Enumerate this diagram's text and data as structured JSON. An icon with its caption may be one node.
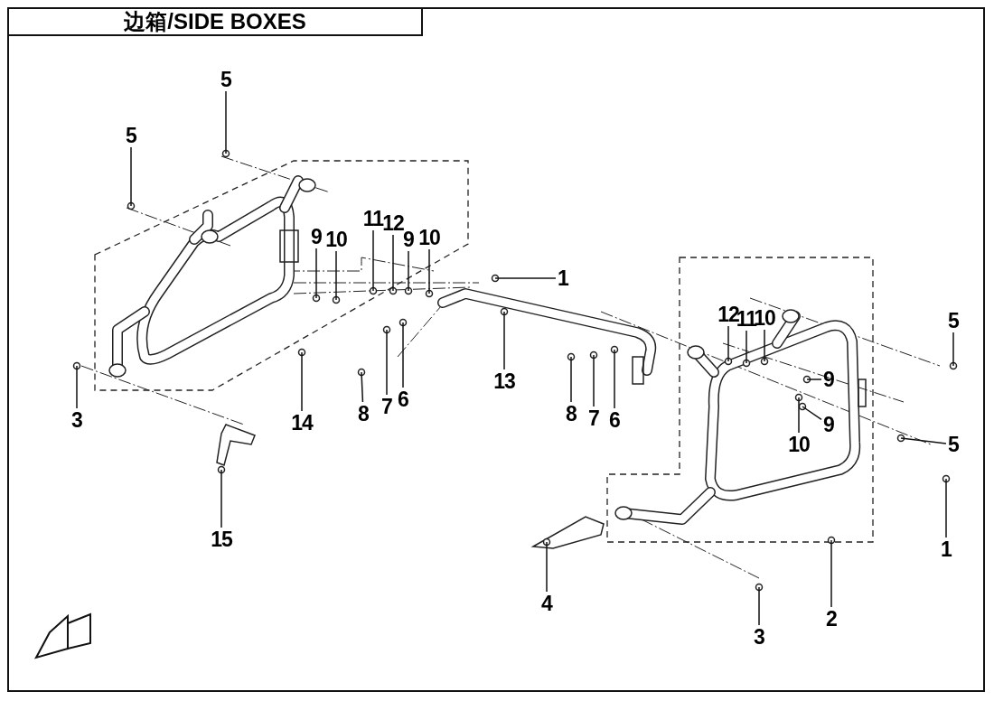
{
  "diagram": {
    "title": "边箱/SIDE BOXES",
    "nodes": [
      {
        "text": [
          "5"
        ]
      },
      {
        "text": [
          "5"
        ]
      },
      {
        "text": [
          "11"
        ]
      },
      {
        "text": [
          "12"
        ]
      },
      {
        "text": [
          "9"
        ]
      },
      {
        "text": [
          "10"
        ]
      },
      {
        "text": [
          "9"
        ]
      },
      {
        "text": [
          "10"
        ]
      },
      {
        "text": [
          "1"
        ]
      },
      {
        "text": [
          "14"
        ]
      },
      {
        "text": [
          "13"
        ]
      },
      {
        "text": [
          "8"
        ]
      },
      {
        "text": [
          "7"
        ]
      },
      {
        "text": [
          "6"
        ]
      },
      {
        "text": [
          "3"
        ]
      },
      {
        "text": [
          "8"
        ]
      },
      {
        "text": [
          "7"
        ]
      },
      {
        "text": [
          "6"
        ]
      },
      {
        "text": [
          "12"
        ]
      },
      {
        "text": [
          "11"
        ]
      },
      {
        "text": [
          "10"
        ]
      },
      {
        "text": [
          "9"
        ]
      },
      {
        "text": [
          "9"
        ]
      },
      {
        "text": [
          "10"
        ]
      },
      {
        "text": [
          "5"
        ]
      },
      {
        "text": [
          "5"
        ]
      },
      {
        "text": [
          "1"
        ]
      },
      {
        "text": [
          "4"
        ]
      },
      {
        "text": [
          "3"
        ]
      },
      {
        "text": [
          "2"
        ]
      },
      {
        "text": [
          "15"
        ]
      }
    ],
    "edges": [
      {
        "from": 0,
        "to": null,
        "arrow": "none"
      },
      {
        "from": 1,
        "to": null,
        "arrow": "none"
      },
      {
        "from": 2,
        "to": null,
        "arrow": "none"
      },
      {
        "from": 3,
        "to": null,
        "arrow": "none"
      },
      {
        "from": 4,
        "to": null,
        "arrow": "none"
      },
      {
        "from": 5,
        "to": null,
        "arrow": "none"
      },
      {
        "from": 6,
        "to": null,
        "arrow": "none"
      },
      {
        "from": 7,
        "to": null,
        "arrow": "none"
      },
      {
        "from": 8,
        "to": null,
        "arrow": "none"
      },
      {
        "from": 9,
        "to": null,
        "arrow": "none"
      },
      {
        "from": 10,
        "to": null,
        "arrow": "none"
      },
      {
        "from": 11,
        "to": null,
        "arrow": "none"
      },
      {
        "from": 12,
        "to": null,
        "arrow": "none"
      },
      {
        "from": 13,
        "to": null,
        "arrow": "none"
      },
      {
        "from": 14,
        "to": null,
        "arrow": "none"
      },
      {
        "from": 15,
        "to": null,
        "arrow": "none"
      },
      {
        "from": 16,
        "to": null,
        "arrow": "none"
      },
      {
        "from": 17,
        "to": null,
        "arrow": "none"
      },
      {
        "from": 18,
        "to": null,
        "arrow": "none"
      },
      {
        "from": 19,
        "to": null,
        "arrow": "none"
      },
      {
        "from": 20,
        "to": null,
        "arrow": "none"
      },
      {
        "from": 21,
        "to": null,
        "arrow": "none"
      },
      {
        "from": 22,
        "to": null,
        "arrow": "none"
      },
      {
        "from": 23,
        "to": null,
        "arrow": "none"
      },
      {
        "from": 24,
        "to": null,
        "arrow": "none"
      },
      {
        "from": 25,
        "to": null,
        "arrow": "none"
      },
      {
        "from": 26,
        "to": null,
        "arrow": "none"
      },
      {
        "from": 27,
        "to": null,
        "arrow": "none"
      },
      {
        "from": 28,
        "to": null,
        "arrow": "none"
      },
      {
        "from": 29,
        "to": null,
        "arrow": "none"
      },
      {
        "from": 30,
        "to": null,
        "arrow": "none"
      }
    ]
  }
}
